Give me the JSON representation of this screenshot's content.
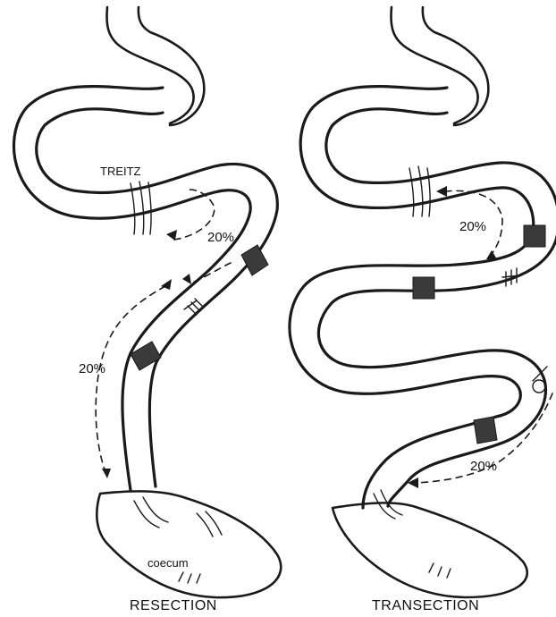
{
  "labels": {
    "treitz": "TREITZ",
    "coecum": "coecum",
    "resection": "RESECTION",
    "transection": "TRANSECTION",
    "pct_left_upper": "20%",
    "pct_left_lower": "20%",
    "pct_right_upper": "20%",
    "pct_right_lower": "20%"
  }
}
